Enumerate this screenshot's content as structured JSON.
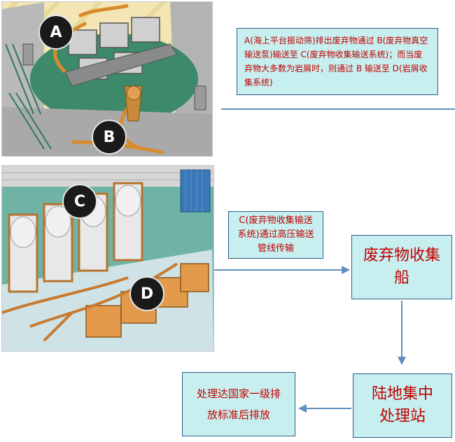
{
  "figure_top": {
    "labels": [
      "A",
      "B"
    ]
  },
  "figure_bottom": {
    "labels": [
      "C",
      "D"
    ]
  },
  "boxes": {
    "top_desc": "A(海上平台振动筛)排出废弃物通过 B(废弃物真空输送泵)输送至 C(废弃物收集输送系统)；而当废弃物大多数为岩屑时，则通过 B 输送至 D(岩屑收集系统)",
    "mid_desc": "C(废弃物收集输送系统)通过高压输送管线传输",
    "ship": "废弃物收集船",
    "onshore": "陆地集中处理站",
    "discharge": "处理达国家一级排放标准后排放"
  },
  "colors": {
    "box_fill": "#c8efef",
    "box_border": "#2b5d8a",
    "text_red": "#c00000",
    "arrow": "#5f8fc0"
  }
}
